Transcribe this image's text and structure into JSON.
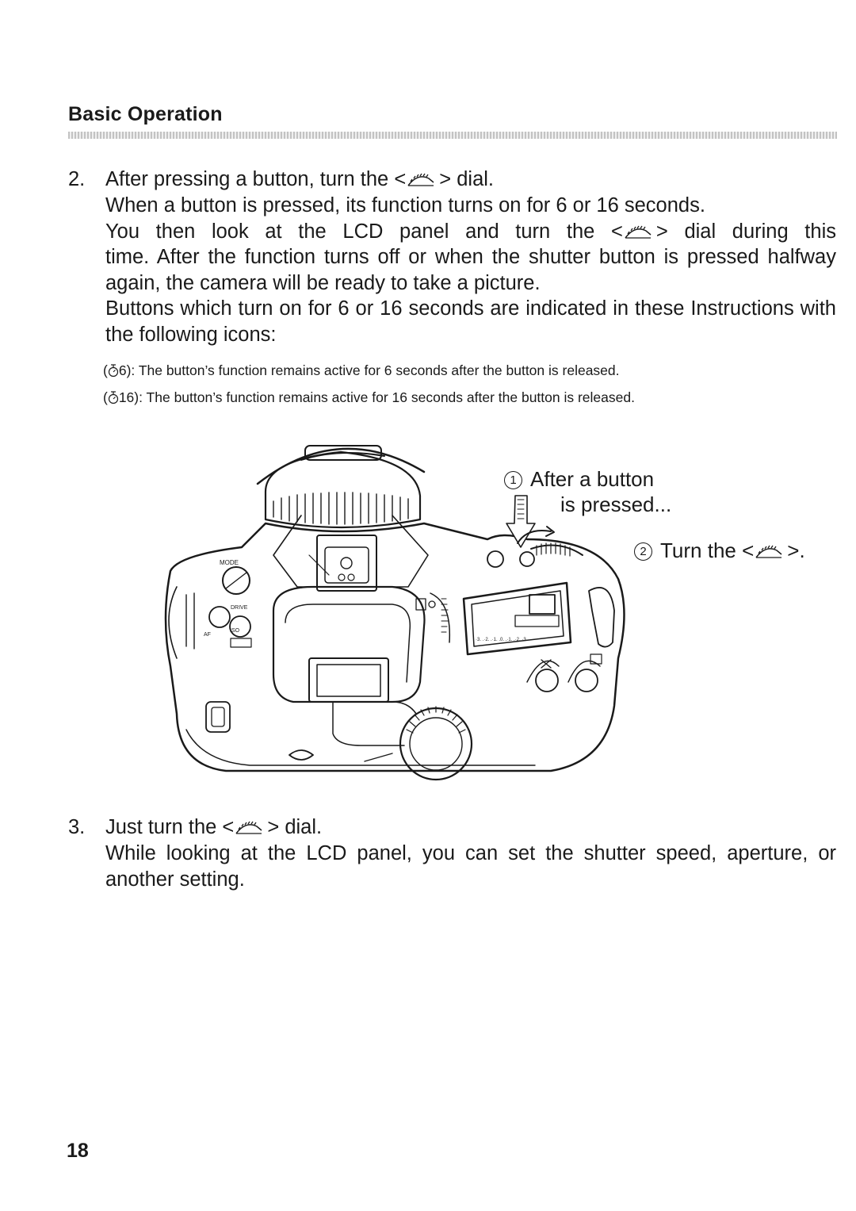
{
  "section": {
    "title": "Basic Operation"
  },
  "step2": {
    "number": "2.",
    "heading_before": "After pressing a button, turn the",
    "heading_after": "dial.",
    "para1_line1": "When a button is pressed, its function turns on for 6 or 16 seconds.",
    "para1_line2_before": "You then look at the LCD panel and turn the",
    "para1_line2_after": "dial during this",
    "para1_rest": "time. After the function turns off or when the shutter button is pressed halfway again, the camera will be ready to take a picture.",
    "para2": "Buttons which turn on for 6 or 16 seconds are indicated in these Instructions with the following icons:"
  },
  "notes": [
    {
      "timer": "6",
      "text": "The button’s function remains active for 6 seconds after the button is released."
    },
    {
      "timer": "16",
      "text": "The button’s function remains active for 16 seconds after the button is released."
    }
  ],
  "figure": {
    "callout1_number": "1",
    "callout1_line1": "After a button",
    "callout1_line2": "is pressed...",
    "callout2_number": "2",
    "callout2_before": "Turn the",
    "callout2_after": ".",
    "labels": {
      "mode": "MODE",
      "drive": "DRIVE",
      "iso": "ISO",
      "af": "AF",
      "lcd_scale": "·3. .·2. .·1. .0. .·1. .·2. ·3"
    }
  },
  "step3": {
    "number": "3.",
    "heading_before": "Just turn the",
    "heading_after": "dial.",
    "body": "While looking at the LCD panel, you can set the shutter speed, aperture, or another setting."
  },
  "page": {
    "number": "18"
  },
  "symbols": {
    "lt": "<",
    "gt": ">",
    "open_paren": "(",
    "close_paren": "):"
  }
}
